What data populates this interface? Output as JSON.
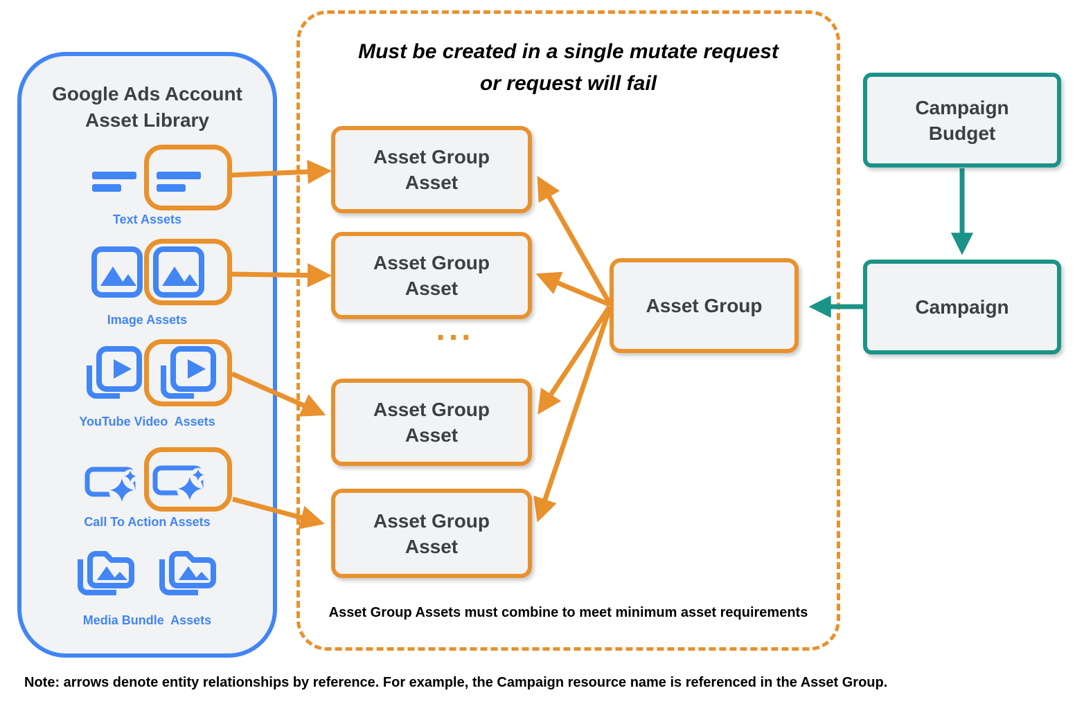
{
  "library": {
    "title_line1": "Google Ads Account",
    "title_line2": "Asset Library",
    "items": [
      {
        "label": "Text Assets",
        "icon": "text-lines-icon"
      },
      {
        "label": "Image Assets",
        "icon": "image-icon"
      },
      {
        "label": "YouTube Video  Assets",
        "icon": "video-play-stack-icon"
      },
      {
        "label": "Call To Action Assets",
        "icon": "cta-sparkle-icon"
      },
      {
        "label": "Media Bundle  Assets",
        "icon": "media-folder-stack-icon"
      }
    ]
  },
  "mutate": {
    "heading_line1": "Must be created in a single mutate request",
    "heading_line2": "or request will fail",
    "boxes": [
      {
        "line1": "Asset Group",
        "line2": "Asset"
      },
      {
        "line1": "Asset Group",
        "line2": "Asset"
      },
      {
        "line1": "Asset Group",
        "line2": "Asset"
      },
      {
        "line1": "Asset Group",
        "line2": "Asset"
      }
    ],
    "ellipsis": "...",
    "caption": "Asset Group Assets must combine to meet minimum asset requirements"
  },
  "entities": {
    "asset_group": {
      "label": "Asset Group"
    },
    "campaign_budget": {
      "line1": "Campaign",
      "line2": "Budget"
    },
    "campaign": {
      "label": "Campaign"
    }
  },
  "note": "Note: arrows denote entity relationships by reference. For example, the Campaign resource name is referenced in the Asset Group.",
  "colors": {
    "orange": "#E8912D",
    "blue": "#4285F4",
    "teal": "#1A9388",
    "panel_bg": "#F1F3F4",
    "text_dark": "#3C4043"
  }
}
